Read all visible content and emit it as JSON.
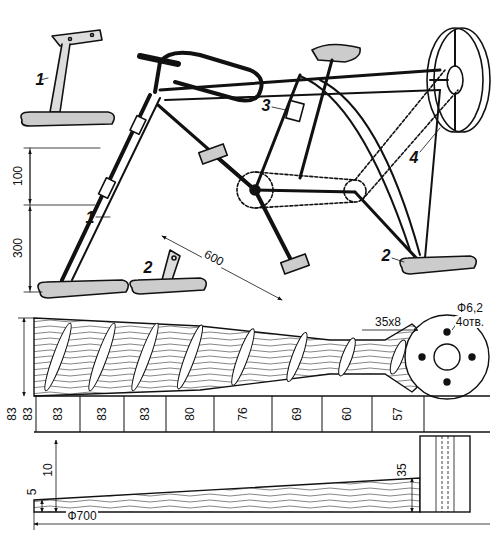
{
  "diagram": {
    "labels": [
      "1",
      "3",
      "4",
      "100",
      "1",
      "300",
      "600",
      "2",
      "2",
      "35х8",
      "Ф6,2",
      "4отв.",
      "83",
      "83",
      "83",
      "83",
      "83",
      "80",
      "76",
      "69",
      "60",
      "57",
      "10",
      "5",
      "35",
      "Ф700"
    ]
  }
}
